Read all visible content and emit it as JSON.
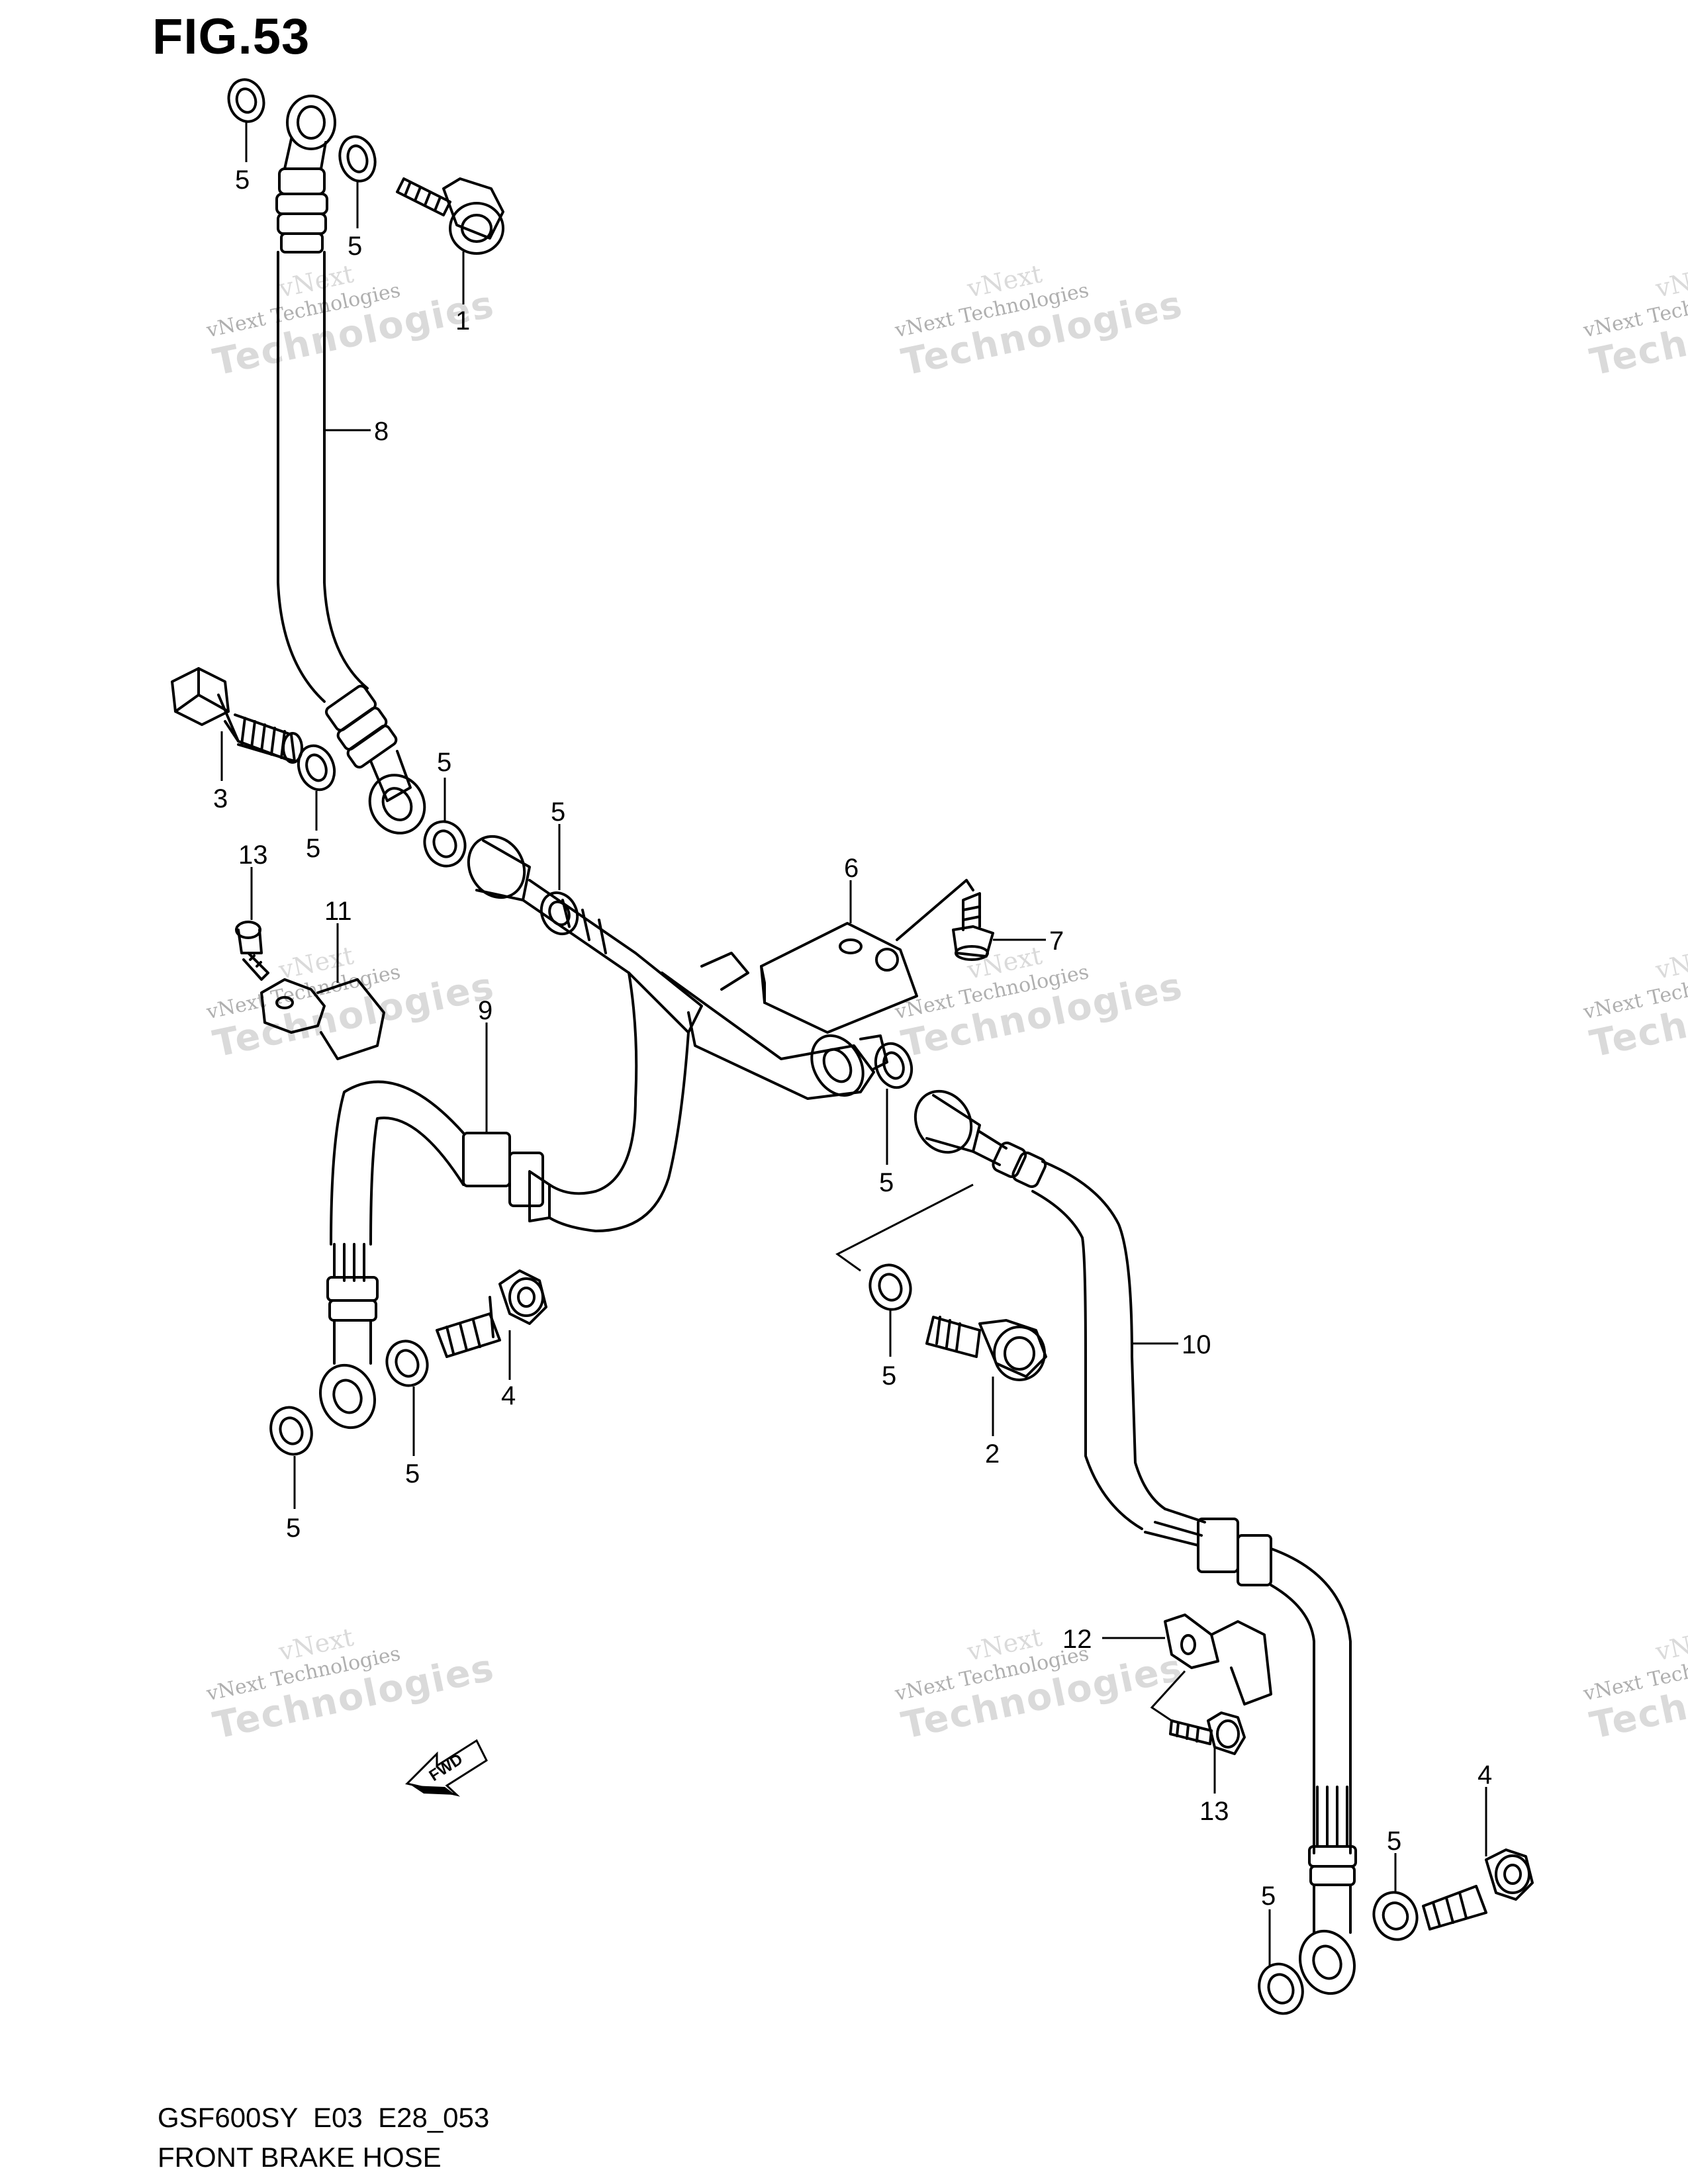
{
  "title": "FIG.53",
  "footer": {
    "code": "GSF600SY  E03  E28_053",
    "name": "FRONT BRAKE HOSE"
  },
  "watermark": {
    "line1": "vNext",
    "line2": "vNext Technologies",
    "line3": "Technologies"
  },
  "fwd_label": "FWD",
  "callouts": {
    "c1": "1",
    "c2": "2",
    "c3": "3",
    "c4a": "4",
    "c4b": "4",
    "c5a": "5",
    "c5b": "5",
    "c5c": "5",
    "c5d": "5",
    "c5e": "5",
    "c5f": "5",
    "c5g": "5",
    "c5h": "5",
    "c5i": "5",
    "c5j": "5",
    "c5k": "5",
    "c6": "6",
    "c7": "7",
    "c8": "8",
    "c9": "9",
    "c10": "10",
    "c11": "11",
    "c12": "12",
    "c13a": "13",
    "c13b": "13"
  }
}
